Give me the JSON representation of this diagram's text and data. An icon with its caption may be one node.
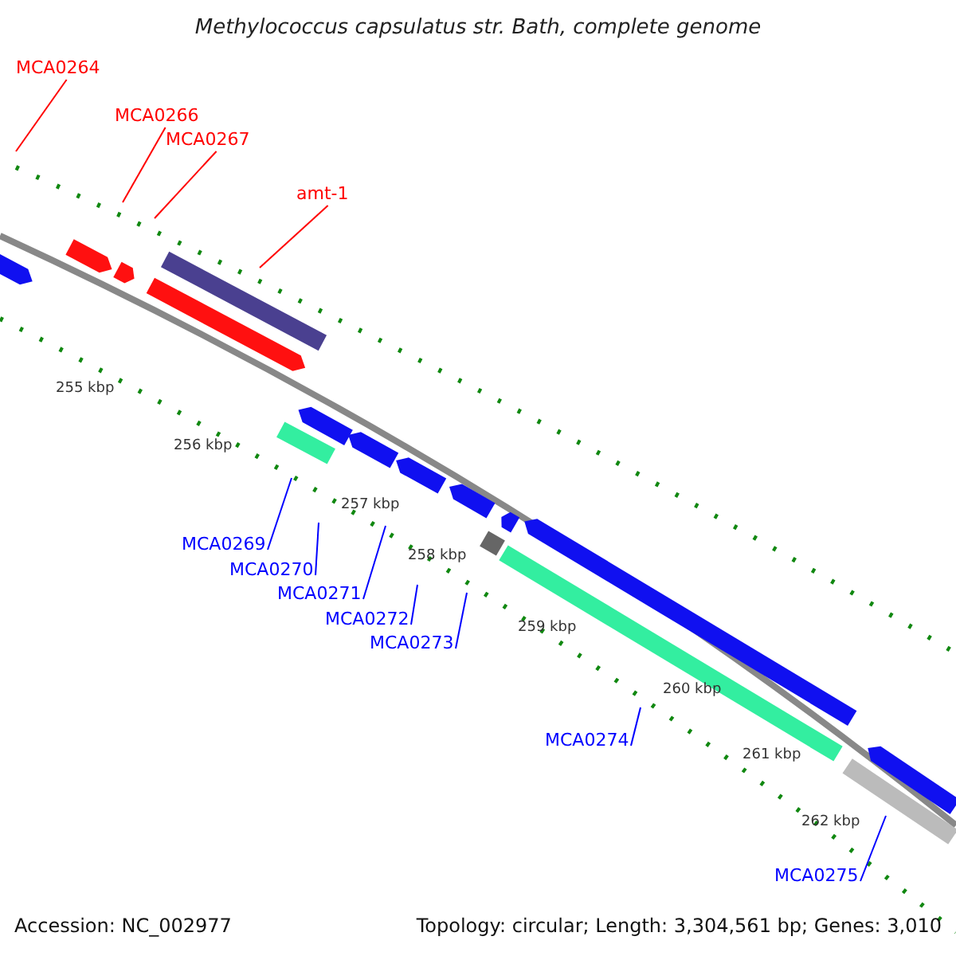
{
  "diagram": {
    "title": "Methylococcus capsulatus str. Bath, complete genome",
    "nodes": [
      {
        "text": [
          "MCA0264"
        ]
      },
      {
        "text": [
          "MCA0266"
        ]
      },
      {
        "text": [
          "MCA0267"
        ]
      },
      {
        "text": [
          "amt-1"
        ]
      },
      {
        "text": [
          "MCA0269"
        ]
      },
      {
        "text": [
          "MCA0270"
        ]
      },
      {
        "text": [
          "MCA0271"
        ]
      },
      {
        "text": [
          "MCA0272"
        ]
      },
      {
        "text": [
          "MCA0273"
        ]
      },
      {
        "text": [
          "MCA0274"
        ]
      },
      {
        "text": [
          "MCA0275"
        ]
      }
    ],
    "edges": [
      {
        "from": 0,
        "to": null,
        "arrow": "none",
        "color": "#ff0000"
      },
      {
        "from": 1,
        "to": null,
        "arrow": "none",
        "color": "#ff0000"
      },
      {
        "from": 2,
        "to": null,
        "arrow": "none",
        "color": "#ff0000"
      },
      {
        "from": 3,
        "to": null,
        "arrow": "none",
        "color": "#ff0000"
      },
      {
        "from": 4,
        "to": null,
        "arrow": "none"
      },
      {
        "from": 5,
        "to": null,
        "arrow": "none"
      },
      {
        "from": 6,
        "to": null,
        "arrow": "none"
      },
      {
        "from": 7,
        "to": null,
        "arrow": "none"
      },
      {
        "from": 8,
        "to": null,
        "arrow": "none"
      },
      {
        "from": 9,
        "to": null,
        "arrow": "none"
      },
      {
        "from": 10,
        "to": null,
        "arrow": "none"
      }
    ],
    "labels": [
      "255 kbp",
      "256 kbp",
      "257 kbp",
      "258 kbp",
      "259 kbp",
      "260 kbp",
      "261 kbp",
      "262 kbp",
      "Accession: NC_002977",
      "Topology: circular; Length: 3,304,561 bp; Genes: 3,010"
    ]
  }
}
